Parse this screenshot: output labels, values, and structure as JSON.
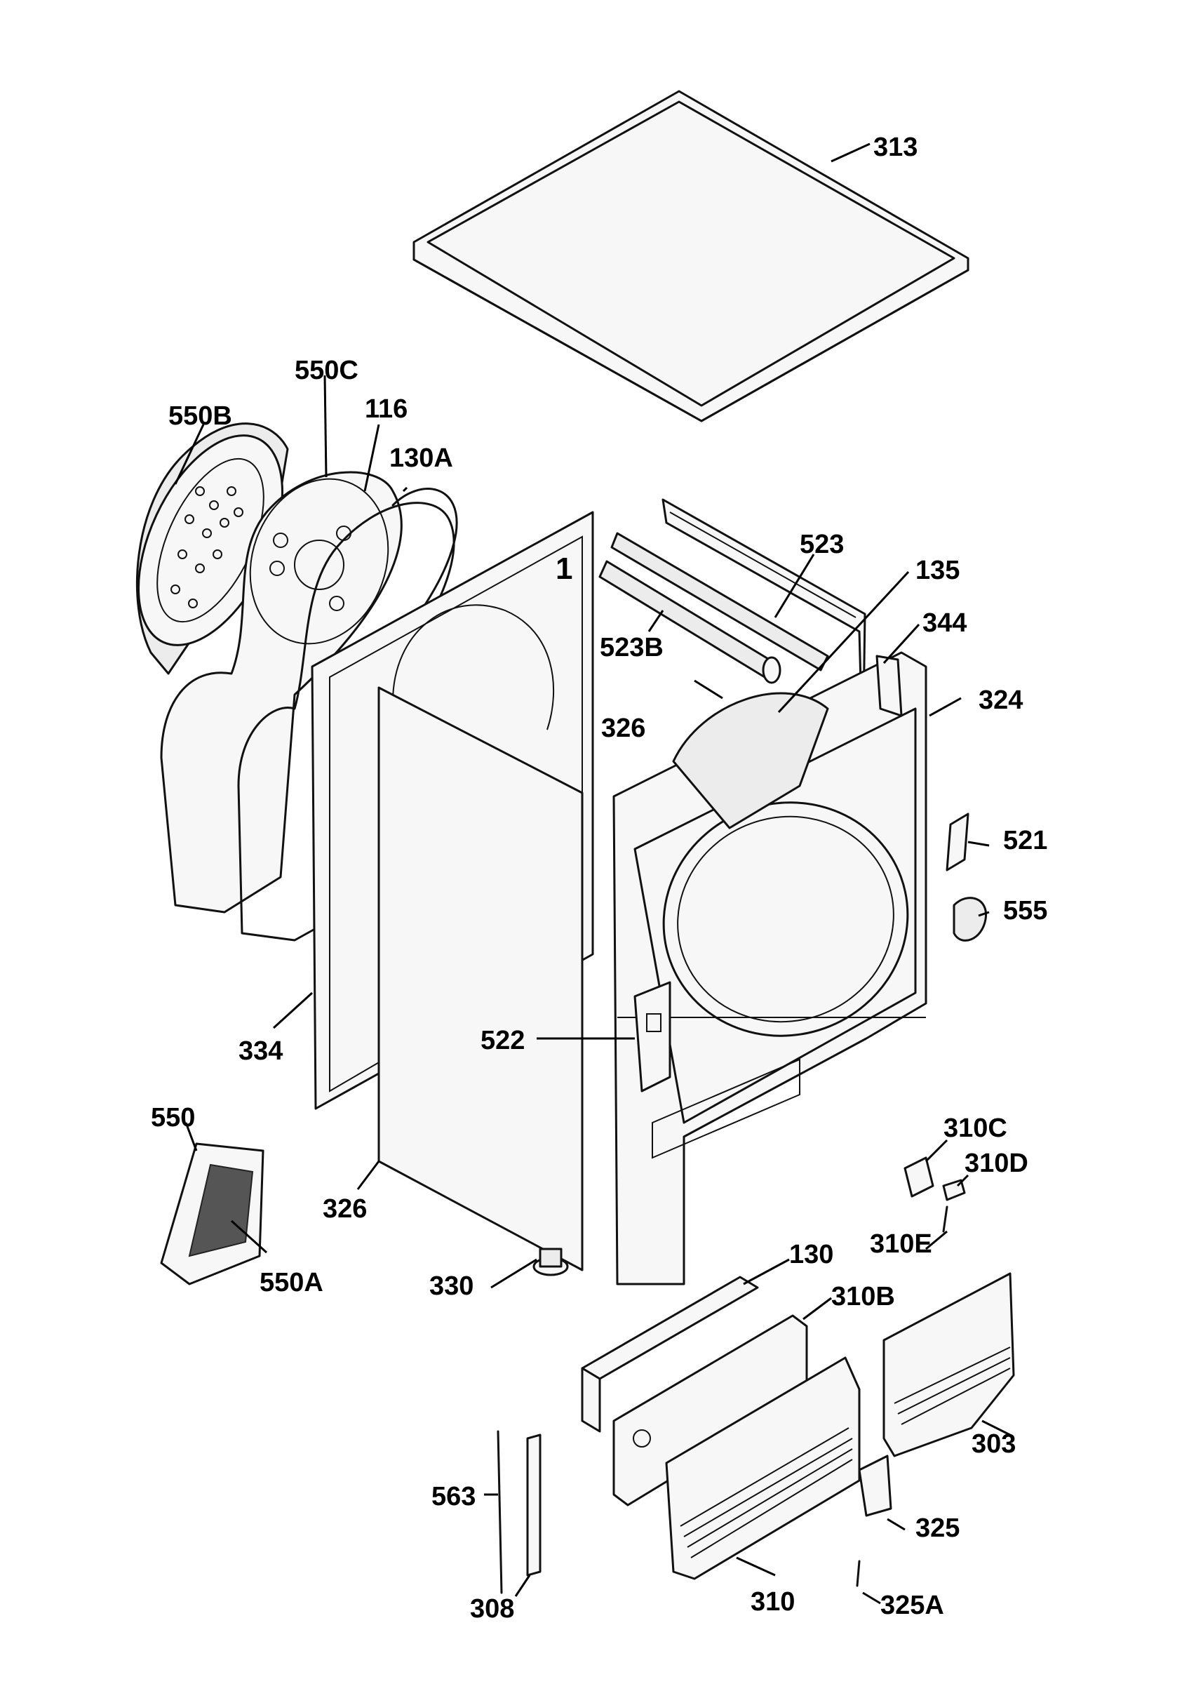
{
  "labels": {
    "l313": "313",
    "l550C": "550C",
    "l550B": "550B",
    "l116": "116",
    "l130A": "130A",
    "l523": "523",
    "l135": "135",
    "l344": "344",
    "l523B": "523B",
    "l326top": "326",
    "l324": "324",
    "l521": "521",
    "l555": "555",
    "l334": "334",
    "l522": "522",
    "l550": "550",
    "l326bottom": "326",
    "l550A": "550A",
    "l310C": "310C",
    "l310D": "310D",
    "l310E": "310E",
    "l130": "130",
    "l330": "330",
    "l310B": "310B",
    "l303": "303",
    "l563": "563",
    "l325": "325",
    "l308": "308",
    "l325A": "325A",
    "l310": "310"
  }
}
